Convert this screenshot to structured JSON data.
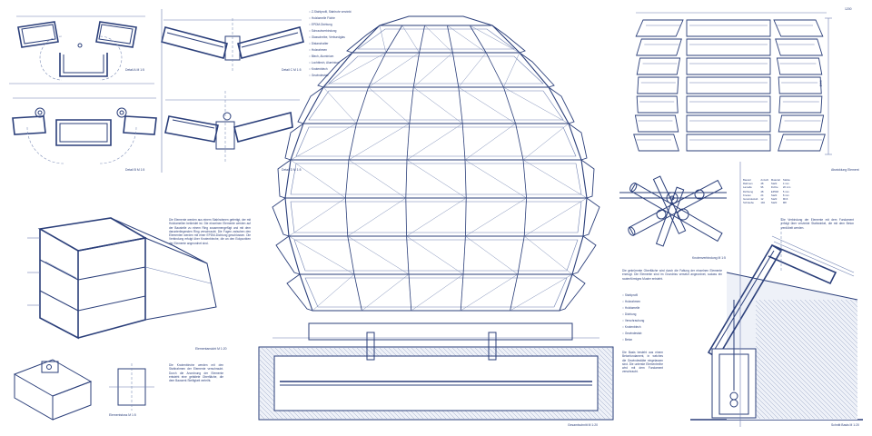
{
  "captions": {
    "detail_a": "Detail A  M 1:5",
    "detail_b": "Detail B  M 1:5",
    "detail_c": "Detail C  M 1:5",
    "detail_d": "Detail D  M 1:5",
    "elements": "Elementansicht  M 1:20",
    "joint_detail": "Elementstoss  M 1:5",
    "overview": "Gesamtschnitt  M 1:20",
    "unfolding": "Abwicklung Element",
    "connector": "Knotenverbindung  M 1:5",
    "foundation": "Schnitt Basis  M 1:20"
  },
  "legend_top": [
    "Z-Stahlprofil, Stahlrohr verzinkt",
    "Holzlamelle Fichte",
    "EPDM-Dichtung",
    "Schraubverbindung",
    "Glasscheibe, Verbundglas",
    "Distanzhalter",
    "Holzrahmen",
    "Blech, Aluminium",
    "Lochblech, Aluminium",
    "Knotenblech",
    "Gewindestab"
  ],
  "legend_mid": [
    "Stahlprofil",
    "Holzrahmen",
    "Holzlamelle",
    "Dichtung",
    "Verschraubung",
    "Knotenblech",
    "Gewindestab",
    "Beton"
  ],
  "text_blocks": {
    "elements_desc": "Die Elemente werden aus einem Stahlrahmen gefertigt, der mit Holzlamellen bekleidet ist. Die einzelnen Elemente werden auf der Baustelle zu einem Ring zusammengefügt und mit dem darunterliegenden Ring verschraubt. Die Fugen zwischen den Elementen werden mit einer EPDM-Dichtung geschlossen. Die Verbindung erfolgt über Knotenbleche, die an den Eckpunkten der Elemente angeordnet sind.",
    "detail_desc": "Die Knotenbleche werden mit den Stahlrahmen der Elemente verschraubt. Durch die Anordnung der Elemente entsteht eine gefaltete Oberfläche, die dem Bauwerk Steifigkeit verleiht.",
    "middle_desc": "Die gekrümmte Oberfläche wird durch die Faltung der einzelnen Elemente erzeugt. Die Elemente sind im Grundriss versetzt angeordnet, sodass ein rautenförmiges Muster entsteht.",
    "lower_desc": "Die Basis besteht aus einem Betonfundament, in welches die Gewindestäbe eingelassen sind. Die unterste Elementreihe wird mit dem Fundament verschraubt.",
    "right_desc": "Die Verbindung der Elemente mit dem Fundament erfolgt über verzinkte Stahlwinkel, die mit dem Beton verdübelt werden."
  },
  "table": {
    "header": [
      "Bauteil",
      "Anzahl",
      "Material",
      "Stärke"
    ],
    "rows": [
      [
        "Rahmen",
        "48",
        "Stahl",
        "4 mm"
      ],
      [
        "Lamelle",
        "96",
        "Fichte",
        "20 mm"
      ],
      [
        "Dichtung",
        "48",
        "EPDM",
        "5 mm"
      ],
      [
        "Knoten",
        "24",
        "Stahl",
        "8 mm"
      ],
      [
        "Gewindestab",
        "12",
        "Stahl",
        "M16"
      ],
      [
        "Schraube",
        "192",
        "Stahl",
        "M8"
      ]
    ]
  },
  "dimensions": {
    "unfold_height": "4000",
    "unfold_width": "1200"
  }
}
